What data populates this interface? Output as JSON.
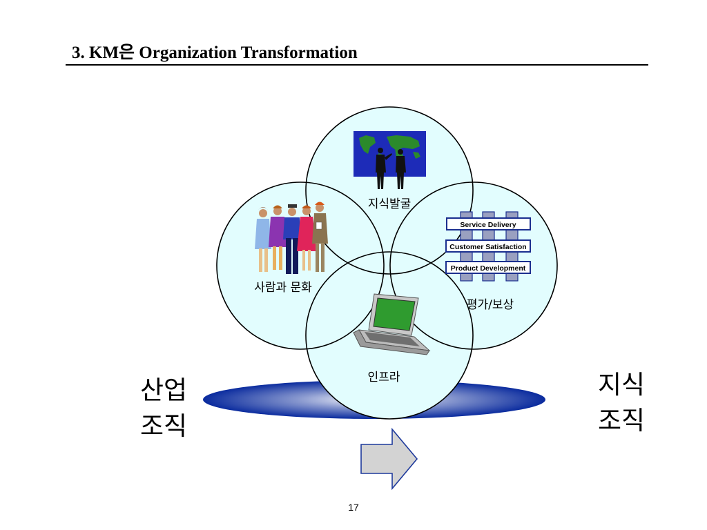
{
  "slide": {
    "title": "3. KM은 Organization Transformation",
    "page_number": "17"
  },
  "labels": {
    "left": "산업\n조직",
    "right": "지식\n조직"
  },
  "circles": {
    "top": "지식발굴",
    "left": "사람과 문화",
    "right": "평가/보상",
    "bottom": "인프라"
  },
  "bars": [
    "Service Delivery",
    "Customer Satisfaction",
    "Product Development"
  ],
  "colors": {
    "circle_fill": "#e2fdfe",
    "circle_stroke": "#000000",
    "platform": "#0a2b9e",
    "arrow_fill": "#d3d3d3",
    "arrow_stroke": "#1e3a9c",
    "bar_border": "#1a2f8f",
    "bar_block": "#9aa0c0",
    "map_bg": "#1d2bb8",
    "map_land": "#2b8a2b",
    "laptop_body": "#c8c8c8",
    "laptop_screen": "#2f9b2f"
  },
  "icons": {
    "top": "world-map-businessmen-icon",
    "left": "group-of-people-icon",
    "right": "process-bars-icon",
    "bottom": "laptop-computer-icon",
    "arrow": "right-arrow-icon"
  }
}
